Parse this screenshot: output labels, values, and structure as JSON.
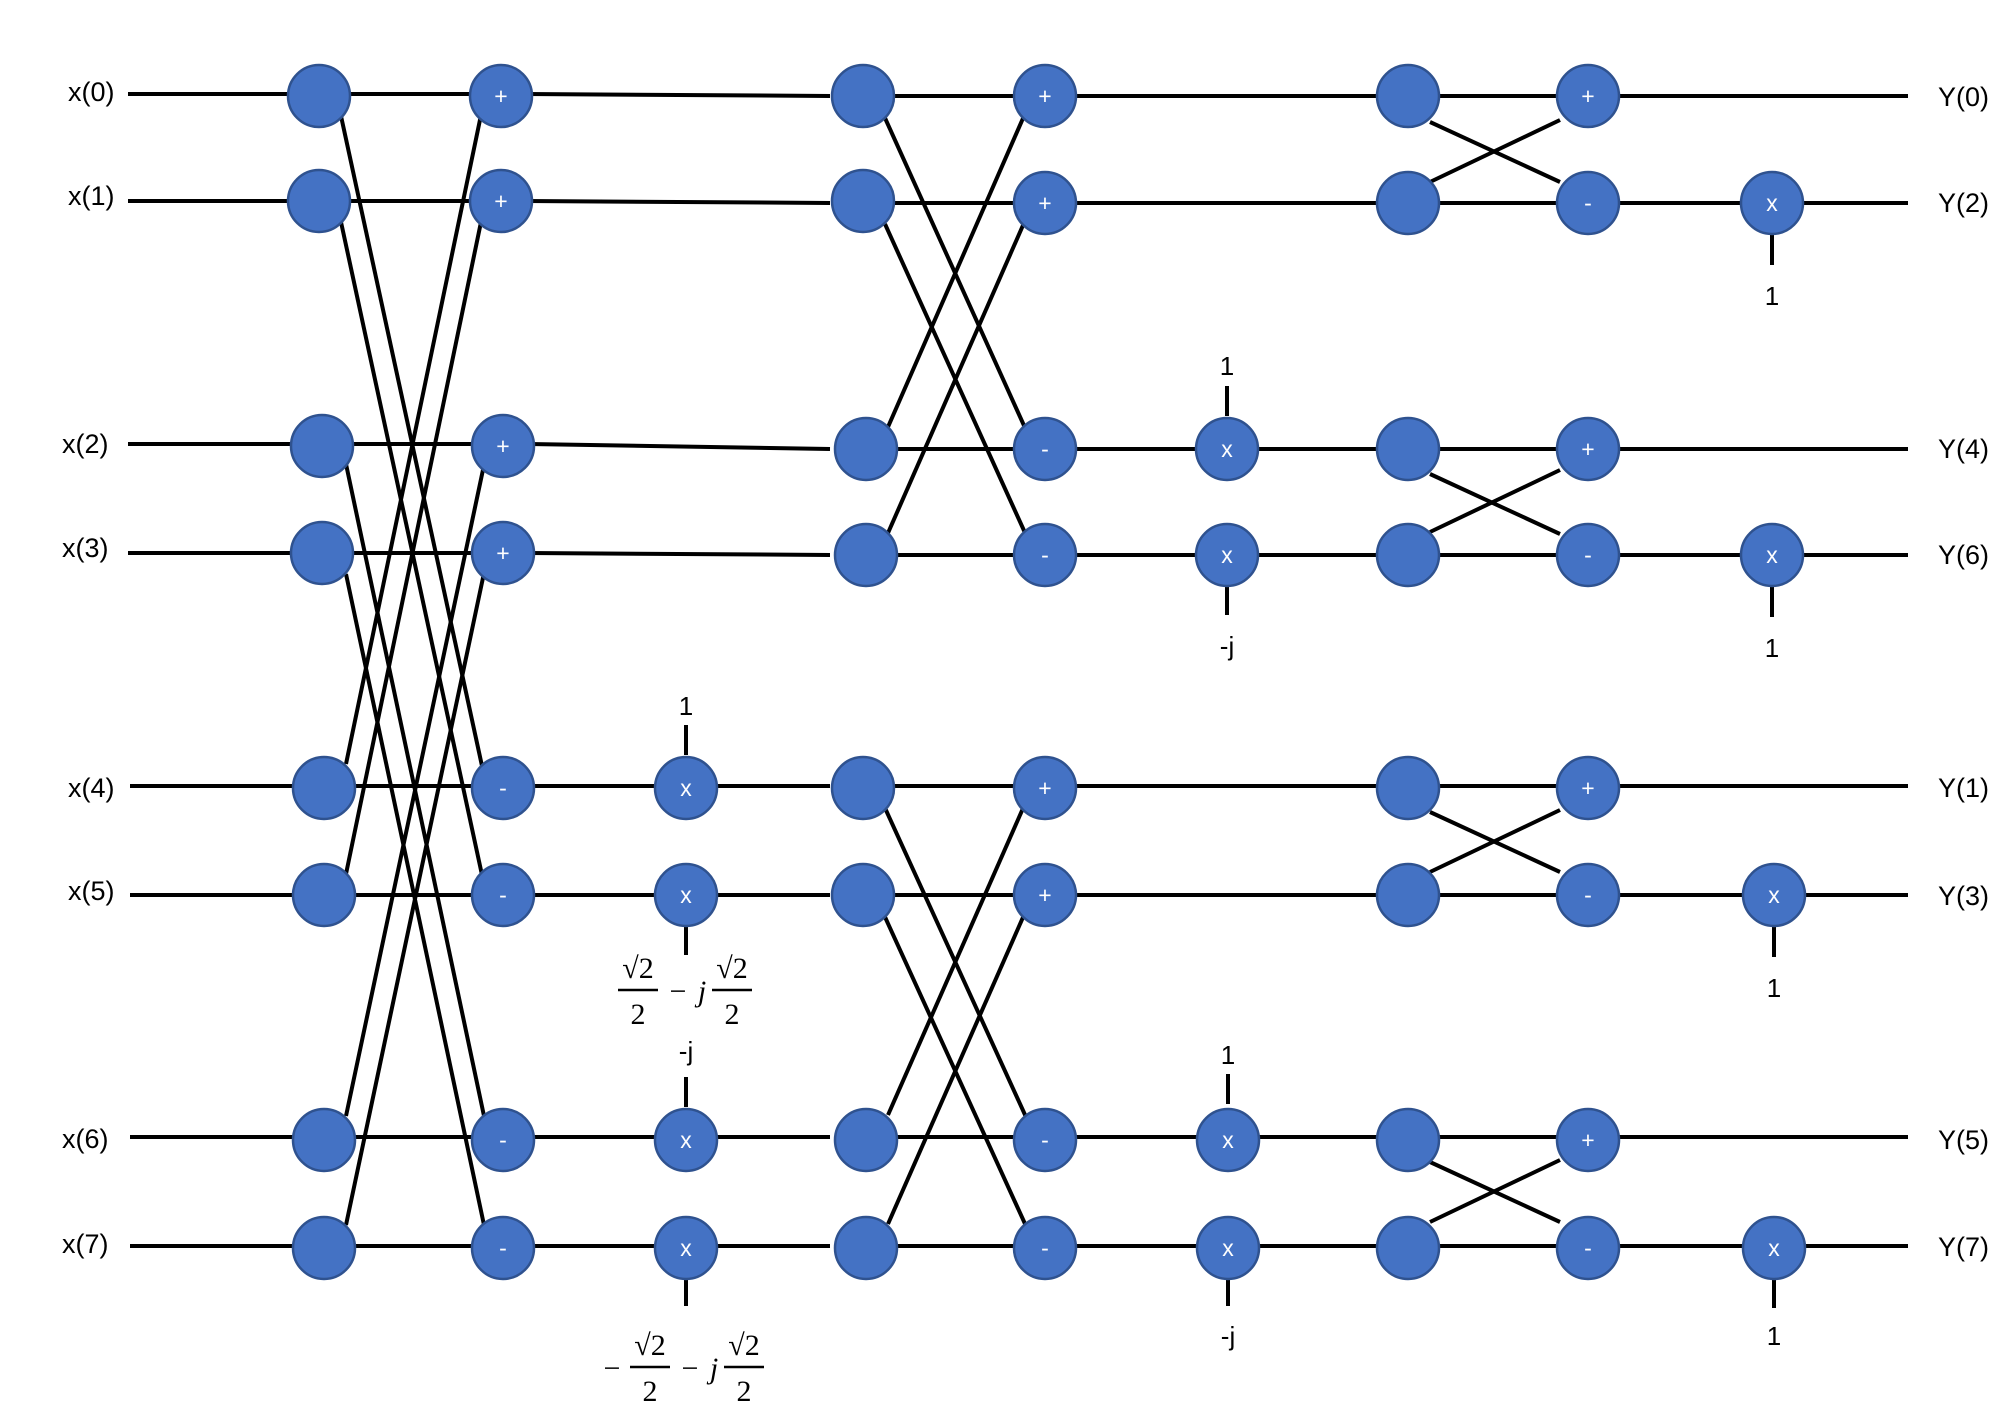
{
  "inputs": [
    "x(0)",
    "x(1)",
    "x(2)",
    "x(3)",
    "x(4)",
    "x(5)",
    "x(6)",
    "x(7)"
  ],
  "outputs": [
    "Y(0)",
    "Y(2)",
    "Y(4)",
    "Y(6)",
    "Y(1)",
    "Y(3)",
    "Y(5)",
    "Y(7)"
  ],
  "operators": {
    "add": "+",
    "sub": "-",
    "mul": "x"
  },
  "twiddles": {
    "t1": "1",
    "tneg_j": "-j",
    "frac_num": "√2",
    "frac_den": "2",
    "minus": "−",
    "j": "j"
  },
  "colors": {
    "node_fill": "#4472C4",
    "node_stroke": "#2F528F",
    "line": "#000000"
  }
}
